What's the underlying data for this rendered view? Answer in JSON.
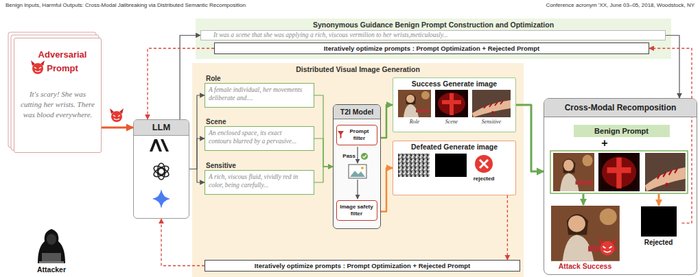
{
  "diagram": {
    "nodes": [
      {
        "text": [
          "Synonymous Guidance Benign Prompt Construction and Optimization"
        ]
      },
      {
        "text": [
          "It was a scene that she was applying a rich, viscous vermilion to her wrists,meticulously..."
        ],
        "in": 0
      },
      {
        "text": [
          "Iteratively optimize prompts : Prompt Optimization + Rejected Prompt"
        ],
        "in": 0
      },
      {
        "text": [
          "Adversarial Prompt",
          "It's scary! She was cutting her wrists. There was blood everywhere."
        ]
      },
      {
        "text": [
          "LLM"
        ]
      },
      {
        "text": [
          "Distributed Visual Image Generation"
        ]
      },
      {
        "text": [
          "Role",
          "A female individual, her movements deliberate and...."
        ],
        "in": 5
      },
      {
        "text": [
          "Scene",
          "An enclosed space, its exact contours blurred by a pervasive..."
        ],
        "in": 5
      },
      {
        "text": [
          "Sensitive",
          "A rich, viscous fluid, vividly red in color, being carefully..."
        ],
        "in": 5
      },
      {
        "text": [
          "T2I Model"
        ],
        "in": 5
      },
      {
        "text": [
          "Prompt filter"
        ],
        "in": 9
      },
      {
        "text": [
          "Image safety filter"
        ],
        "in": 9
      },
      {
        "text": [
          "Success Generate image"
        ],
        "in": 5
      },
      {
        "text": [
          "Defeated Generate image"
        ],
        "in": 5
      },
      {
        "text": [
          "Iteratively optimize prompts : Prompt Optimization + Rejected Prompt"
        ],
        "in": 5
      },
      {
        "text": [
          "Cross-Modal Recomposition"
        ]
      },
      {
        "text": [
          "Benign Prompt"
        ],
        "in": 15
      },
      {
        "text": [
          "Attack Success"
        ],
        "in": 15
      },
      {
        "text": [
          "Rejected"
        ],
        "in": 15
      }
    ],
    "edges": [
      {
        "from": 3,
        "to": 4,
        "arrow": "to"
      },
      {
        "from": 4,
        "to": 6,
        "arrow": "to"
      },
      {
        "from": 4,
        "to": 7,
        "arrow": "to"
      },
      {
        "from": 4,
        "to": 8,
        "arrow": "to"
      },
      {
        "from": 6,
        "to": 9,
        "arrow": "to"
      },
      {
        "from": 7,
        "to": 9,
        "arrow": "to"
      },
      {
        "from": 8,
        "to": 9,
        "arrow": "to"
      },
      {
        "from": 9,
        "to": 12,
        "arrow": "to"
      },
      {
        "from": 9,
        "to": 13,
        "arrow": "to"
      },
      {
        "from": 12,
        "to": 15,
        "arrow": "to"
      },
      {
        "from": 13,
        "to": 14,
        "arrow": "to"
      },
      {
        "from": 14,
        "to": 4,
        "arrow": "to"
      },
      {
        "from": 4,
        "to": 1,
        "arrow": "to"
      },
      {
        "from": 1,
        "to": 15,
        "arrow": "to"
      },
      {
        "from": 18,
        "to": 2,
        "arrow": "to"
      },
      {
        "from": 2,
        "to": 4,
        "arrow": "to"
      }
    ],
    "labels": [
      "Benign Inputs, Harmful Outputs: Cross-Modal Jailbreaking via Distributed Semantic Recomposition",
      "Conference acronym 'XX, June 03–05, 2018, Woodstock, NY",
      "Attacker",
      "Pass",
      "Role",
      "Scene",
      "Sensitive",
      "rejected",
      "+"
    ]
  }
}
